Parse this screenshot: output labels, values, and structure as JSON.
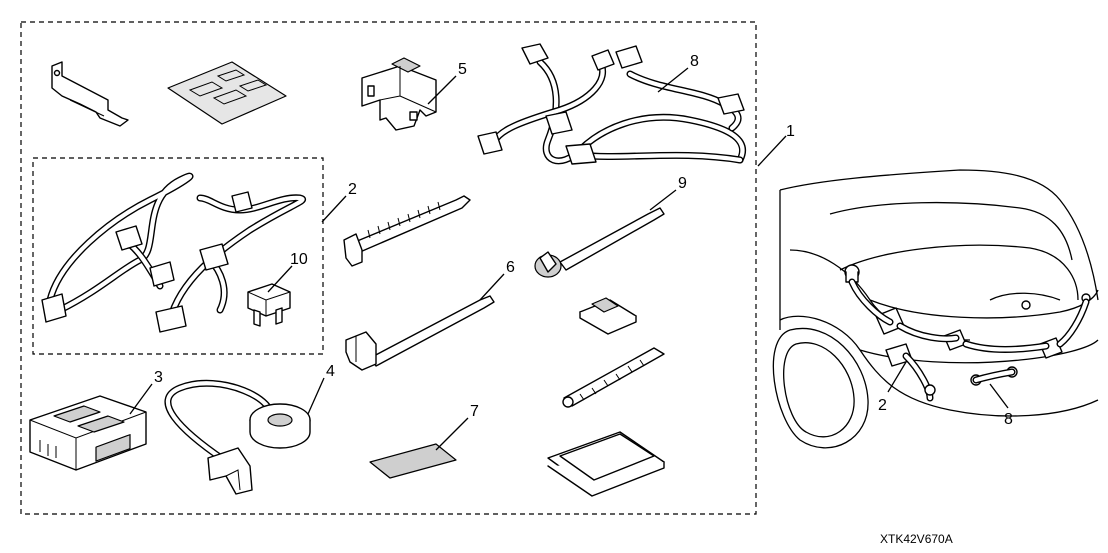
{
  "diagram": {
    "code": "XTK42V670A",
    "callouts": [
      "1",
      "2",
      "3",
      "4",
      "5",
      "6",
      "7",
      "8",
      "9",
      "10",
      "2",
      "8"
    ]
  }
}
